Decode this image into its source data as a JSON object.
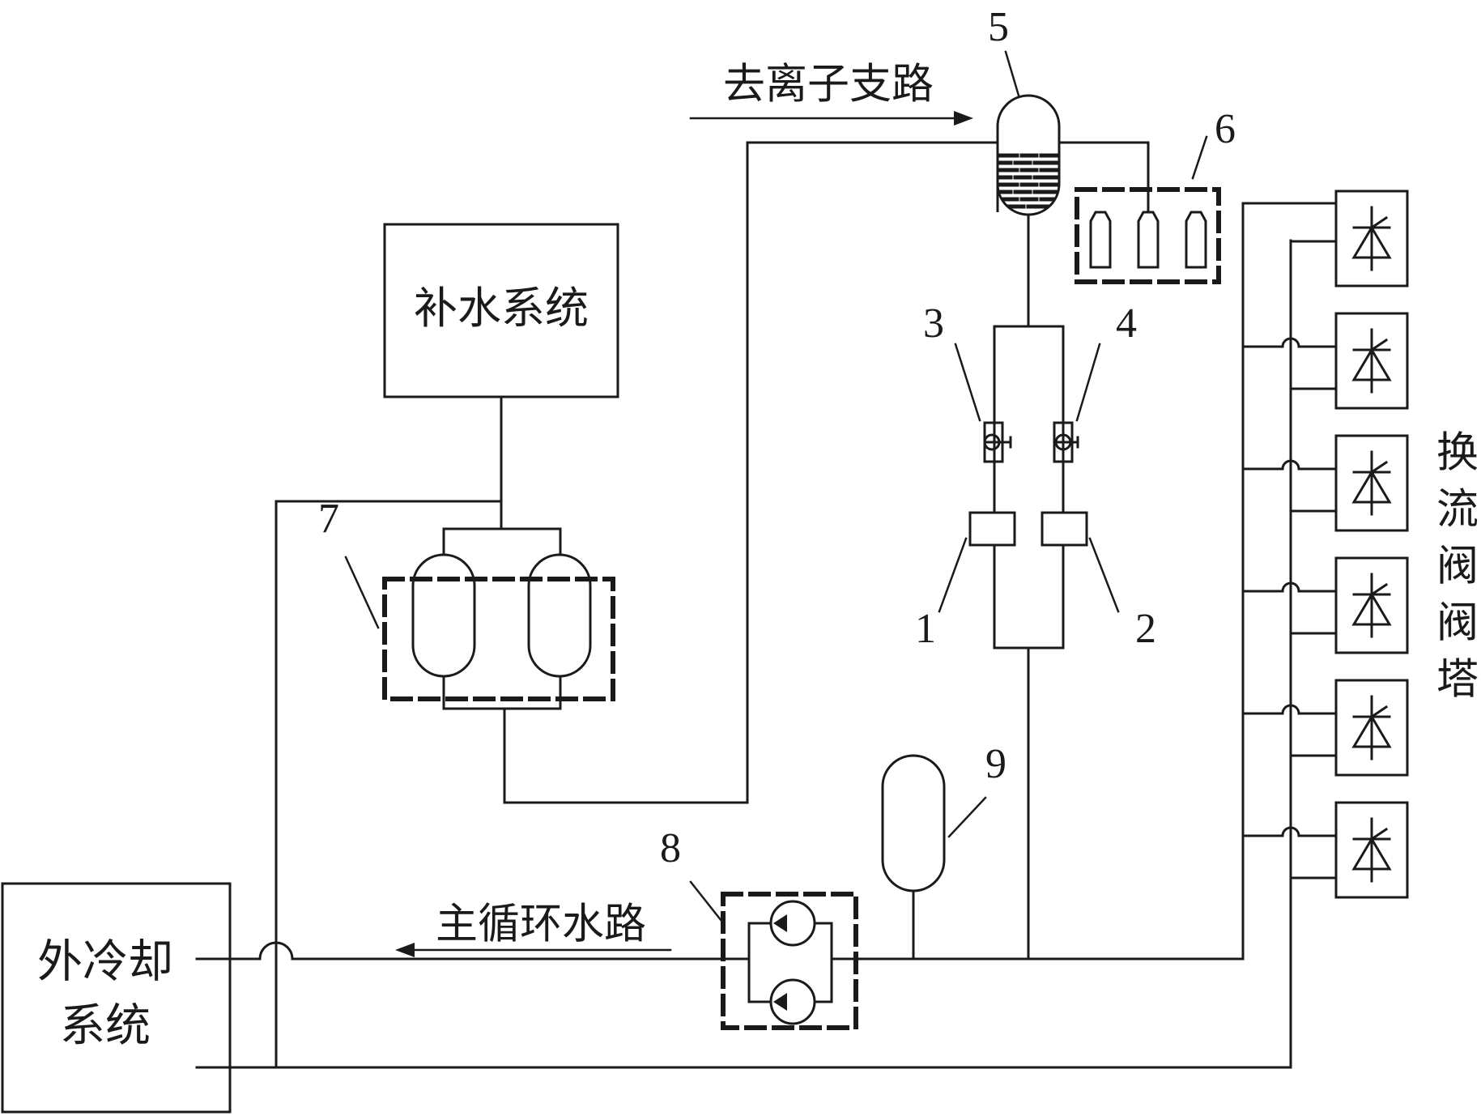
{
  "labels": {
    "makeup_system": "补水系统",
    "external_cooling_line1": "外冷却",
    "external_cooling_line2": "系统",
    "deionization_branch": "去离子支路",
    "main_circulation": "主循环水路",
    "valve_tower": [
      "换",
      "流",
      "阀",
      "阀",
      "塔"
    ]
  },
  "component_numbers": {
    "n1": "1",
    "n2": "2",
    "n3": "3",
    "n4": "4",
    "n5": "5",
    "n6": "6",
    "n7": "7",
    "n8": "8",
    "n9": "9"
  },
  "valve_tower_units": 6,
  "colors": {
    "line": "#1a1a1a",
    "background": "#ffffff"
  }
}
